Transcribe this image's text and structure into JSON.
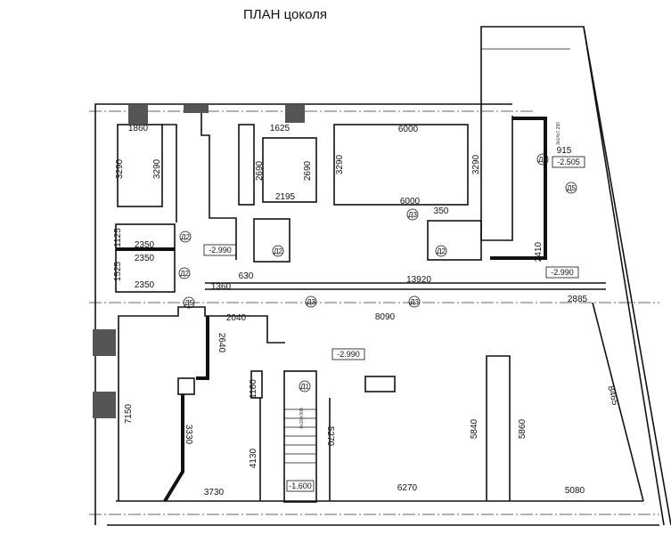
{
  "title": "ПЛАН цоколя",
  "dimensions": {
    "d1860": "1860",
    "d3290a": "3290",
    "d3290b": "3290",
    "d1625": "1625",
    "d2690a": "2690",
    "d2690b": "2690",
    "d2195": "2195",
    "d6000top": "6000",
    "d3290c": "3290",
    "d3290d": "3290",
    "d6000bot": "6000",
    "d350": "350",
    "d1125": "1125",
    "d2350a": "2350",
    "d2350b": "2350",
    "d1525": "1525",
    "d2350c": "2350",
    "d1360": "1360",
    "d630": "630",
    "d13920": "13920",
    "d8090": "8090",
    "d2885": "2885",
    "d2040": "2040",
    "d2640": "2640",
    "d1160": "1160",
    "d7150": "7150",
    "d3330": "3330",
    "d4130": "4130",
    "d5270": "5270",
    "d3730": "3730",
    "d6270": "6270",
    "d5840": "5840",
    "d5860": "5860",
    "d5080": "5080",
    "d8465": "8465",
    "d2410": "2410",
    "d915": "915"
  },
  "levels": {
    "l1": "-2.990",
    "l2": "-2.505",
    "l3": "-2.990",
    "l4": "-2.990",
    "l5": "-1.600"
  },
  "doors": {
    "a": "Д2",
    "b": "Д2",
    "c": "Д2",
    "d": "Д5",
    "e": "Д3",
    "f": "Д3",
    "g": "Д3",
    "h": "Д2",
    "i": "Д3",
    "j": "Д5",
    "k": "Д1"
  },
  "stairs": {
    "lower": "9х164/300",
    "upper": "3х14х7.290"
  }
}
